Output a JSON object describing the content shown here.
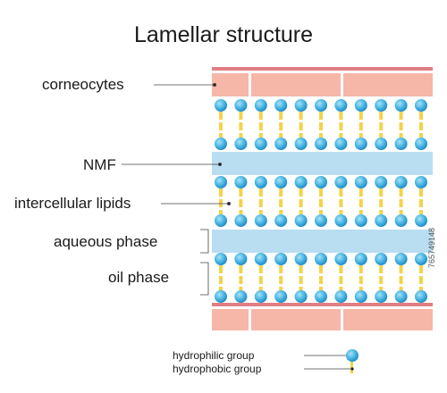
{
  "title": "Lamellar structure",
  "labels": {
    "corneocytes": "corneocytes",
    "nmf": "NMF",
    "intercellular_lipids": "intercellular lipids",
    "aqueous_phase": "aqueous phase",
    "oil_phase": "oil phase"
  },
  "legend": {
    "hydrophilic": "hydrophilic group",
    "hydrophobic": "hydrophobic group"
  },
  "side_id": "765749148",
  "colors": {
    "corneocyte_fill": "#f6b7a8",
    "corneocyte_edge": "#e07e82",
    "water_band": "#b9def1",
    "head_outer": "#2aa2d8",
    "head_inner": "#7fd0f0",
    "tail": "#f3d34a",
    "leader_line": "#444444"
  },
  "molecule_columns": 11
}
